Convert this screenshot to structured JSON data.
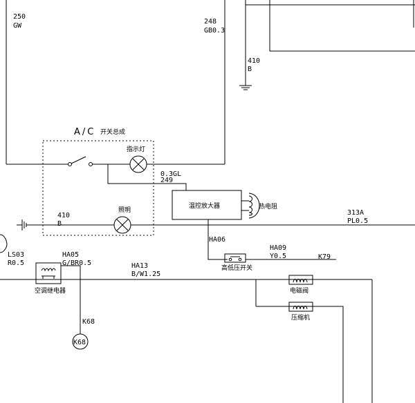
{
  "wires": {
    "w250": {
      "num": "250",
      "color": "GW"
    },
    "w248": {
      "num": "248",
      "color": "GB0.3"
    },
    "w410_top": {
      "num": "410",
      "color": "B"
    },
    "w410_left": {
      "num": "410",
      "color": "B"
    },
    "w03gl": {
      "spec": "0.3GL",
      "num": "249"
    },
    "w313a": {
      "num": "313A",
      "color": "PL0.5"
    },
    "ha06": "HA06",
    "ha09": {
      "num": "HA09",
      "color": "Y0.5"
    },
    "k79": "K79",
    "ls03": {
      "num": "LS03",
      "color": "R0.5"
    },
    "ha05": {
      "num": "HA05",
      "color": "G/BR0.5"
    },
    "ha13": {
      "num": "HA13",
      "color": "B/W1.25"
    },
    "k68": "K68"
  },
  "components": {
    "ac_switch_assembly": {
      "prefix": "A/C",
      "label": "开关总成"
    },
    "indicator_lamp": "指示灯",
    "illumination_lamp": "照明",
    "temp_amplifier": "温控放大器",
    "thermistor": "热电阻",
    "pressure_switch": "高低压开关",
    "ac_relay": "空调继电器",
    "solenoid_valve": "电磁阀",
    "compressor": "压缩机",
    "connector_k68": "K68"
  }
}
